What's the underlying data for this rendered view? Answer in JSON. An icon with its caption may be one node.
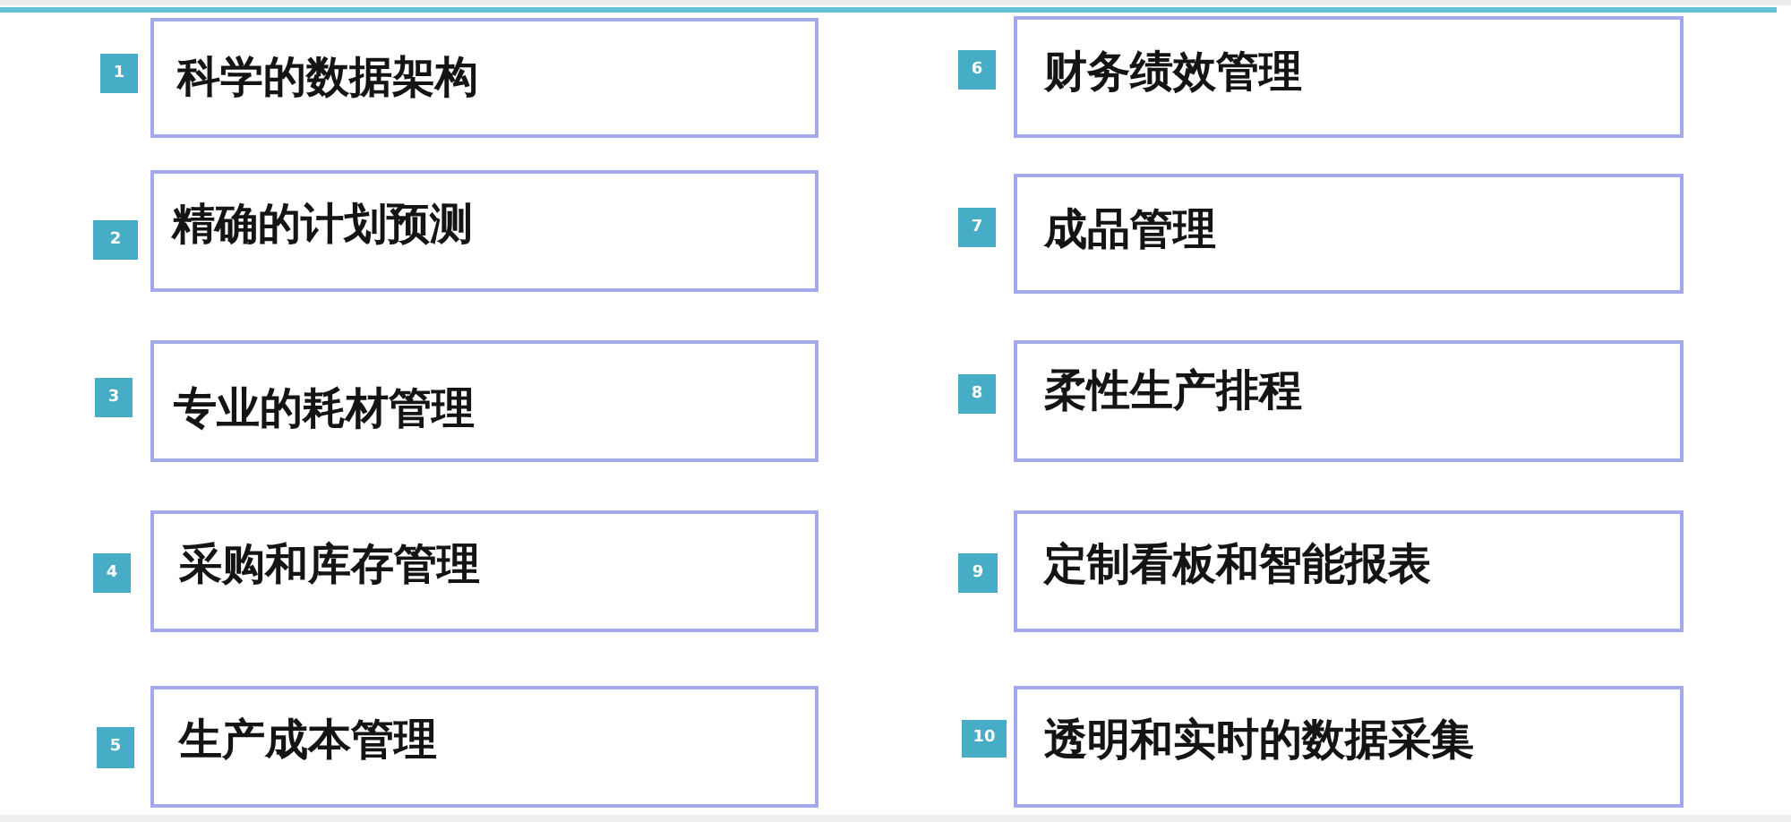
{
  "diagram": {
    "nodes": [
      {
        "text": [
          "1"
        ]
      },
      {
        "text": [
          "科学的数据架构"
        ]
      },
      {
        "text": [
          "2"
        ]
      },
      {
        "text": [
          "精确的计划预测"
        ]
      },
      {
        "text": [
          "3"
        ]
      },
      {
        "text": [
          "专业的耗材管理"
        ]
      },
      {
        "text": [
          "4"
        ]
      },
      {
        "text": [
          "采购和库存管理"
        ]
      },
      {
        "text": [
          "5"
        ]
      },
      {
        "text": [
          "生产成本管理"
        ]
      },
      {
        "text": [
          "6"
        ]
      },
      {
        "text": [
          "财务绩效管理"
        ]
      },
      {
        "text": [
          "7"
        ]
      },
      {
        "text": [
          "成品管理"
        ]
      },
      {
        "text": [
          "8"
        ]
      },
      {
        "text": [
          "柔性生产排程"
        ]
      },
      {
        "text": [
          "9"
        ]
      },
      {
        "text": [
          "定制看板和智能报表"
        ]
      },
      {
        "text": [
          "10"
        ]
      },
      {
        "text": [
          "透明和实时的数据采集"
        ]
      }
    ]
  }
}
